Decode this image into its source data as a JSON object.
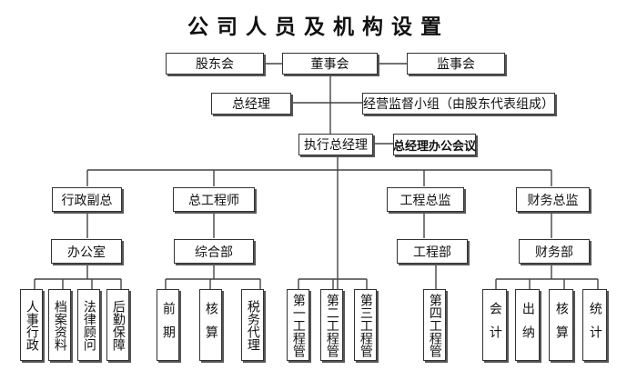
{
  "title": "公司人员及机构设置",
  "top": {
    "shareholders": "股东会",
    "board": "董事会",
    "supervisors": "监事会"
  },
  "gm": "总经理",
  "supervision_group": "经营监督小组（由股东代表组成）",
  "exec_gm": "执行总经理",
  "gm_office_meeting": "总经理办公会议",
  "divisions": {
    "admin": {
      "head": "行政副总",
      "dept": "办公室",
      "units": [
        "人事行政",
        "档案资料",
        "法律顾问",
        "后勤保障"
      ]
    },
    "engineer": {
      "head": "总工程师",
      "dept": "综合部",
      "units": [
        "前期",
        "核算",
        "税务代理"
      ]
    },
    "supervisor": {
      "head": "工程总监",
      "dept": "工程部",
      "units": [
        "第一工程管",
        "第二工程管",
        "第三工程管",
        "第四工程管"
      ]
    },
    "finance": {
      "head": "财务总监",
      "dept": "财务部",
      "units": [
        "会计",
        "出纳",
        "核算",
        "统计"
      ]
    }
  }
}
